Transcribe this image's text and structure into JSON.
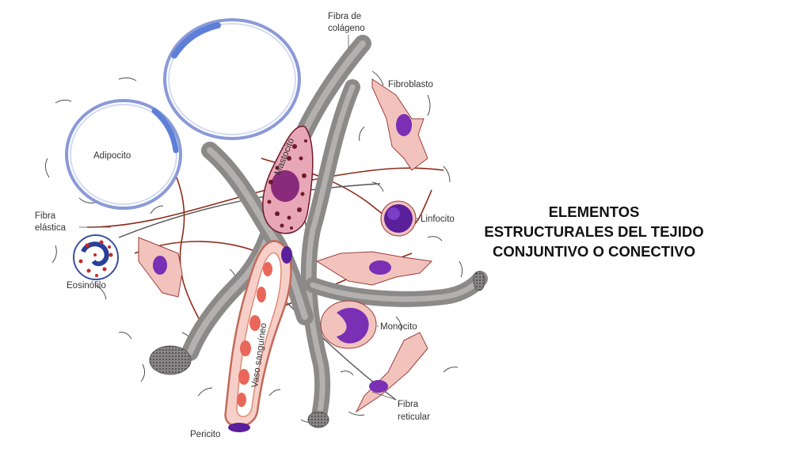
{
  "slide": {
    "title_lines": [
      "ELEMENTOS",
      "ESTRUCTURALES DEL TEJIDO",
      "CONJUNTIVO O CONECTIVO"
    ]
  },
  "diagram": {
    "labels": {
      "collagen_line1": "Fibra de",
      "collagen_line2": "colágeno",
      "fibroblast": "Fibroblasto",
      "adipocyte": "Adipocito",
      "mast_cell": "Mastocito",
      "elastic_line1": "Fibra",
      "elastic_line2": "elástica",
      "lymphocyte": "Linfocito",
      "eosinophil": "Eosinófilo",
      "blood_vessel": "Vaso sanguíneo",
      "monocyte": "Monocito",
      "reticular_line1": "Fibra",
      "reticular_line2": "reticular",
      "pericyte": "Pericito"
    },
    "colors": {
      "collagen": "#9a9797",
      "elastic": "#8e2a1a",
      "reticular": "#555555",
      "cell_pink": "#f2c3bd",
      "nucleus": "#7a2fb5",
      "adipocyte_outline": "#8a9ad8",
      "mast_granule": "#6e1a2a",
      "red_cell": "#e9675a"
    }
  }
}
